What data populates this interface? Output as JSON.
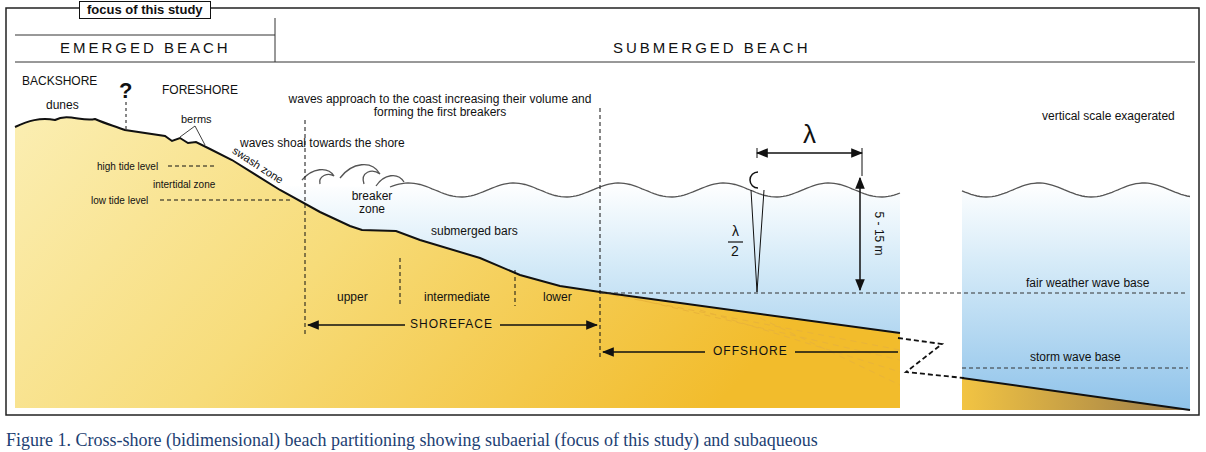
{
  "diagram": {
    "caption": "Figure 1. Cross-shore (bidimensional) beach partitioning showing subaerial (focus of this study) and subaqueous",
    "nodes": [
      {
        "text": [
          "focus of this study"
        ]
      }
    ],
    "labels": [
      "EMERGED BEACH",
      "SUBMERGED BEACH",
      "BACKSHORE",
      "?",
      "FORESHORE",
      "dunes",
      "berms",
      "waves approach to the coast increasing their volume and forming the first breakers",
      "waves shoal towards the shore",
      "swash zone",
      "high tide level",
      "intertidal zone",
      "low tide level",
      "breaker zone",
      "submerged bars",
      "upper",
      "intermediate",
      "lower",
      "SHOREFACE",
      "OFFSHORE",
      "λ",
      "λ",
      "2",
      "5 - 15 m",
      "vertical scale exagerated",
      "fair weather wave base",
      "storm wave base"
    ]
  }
}
